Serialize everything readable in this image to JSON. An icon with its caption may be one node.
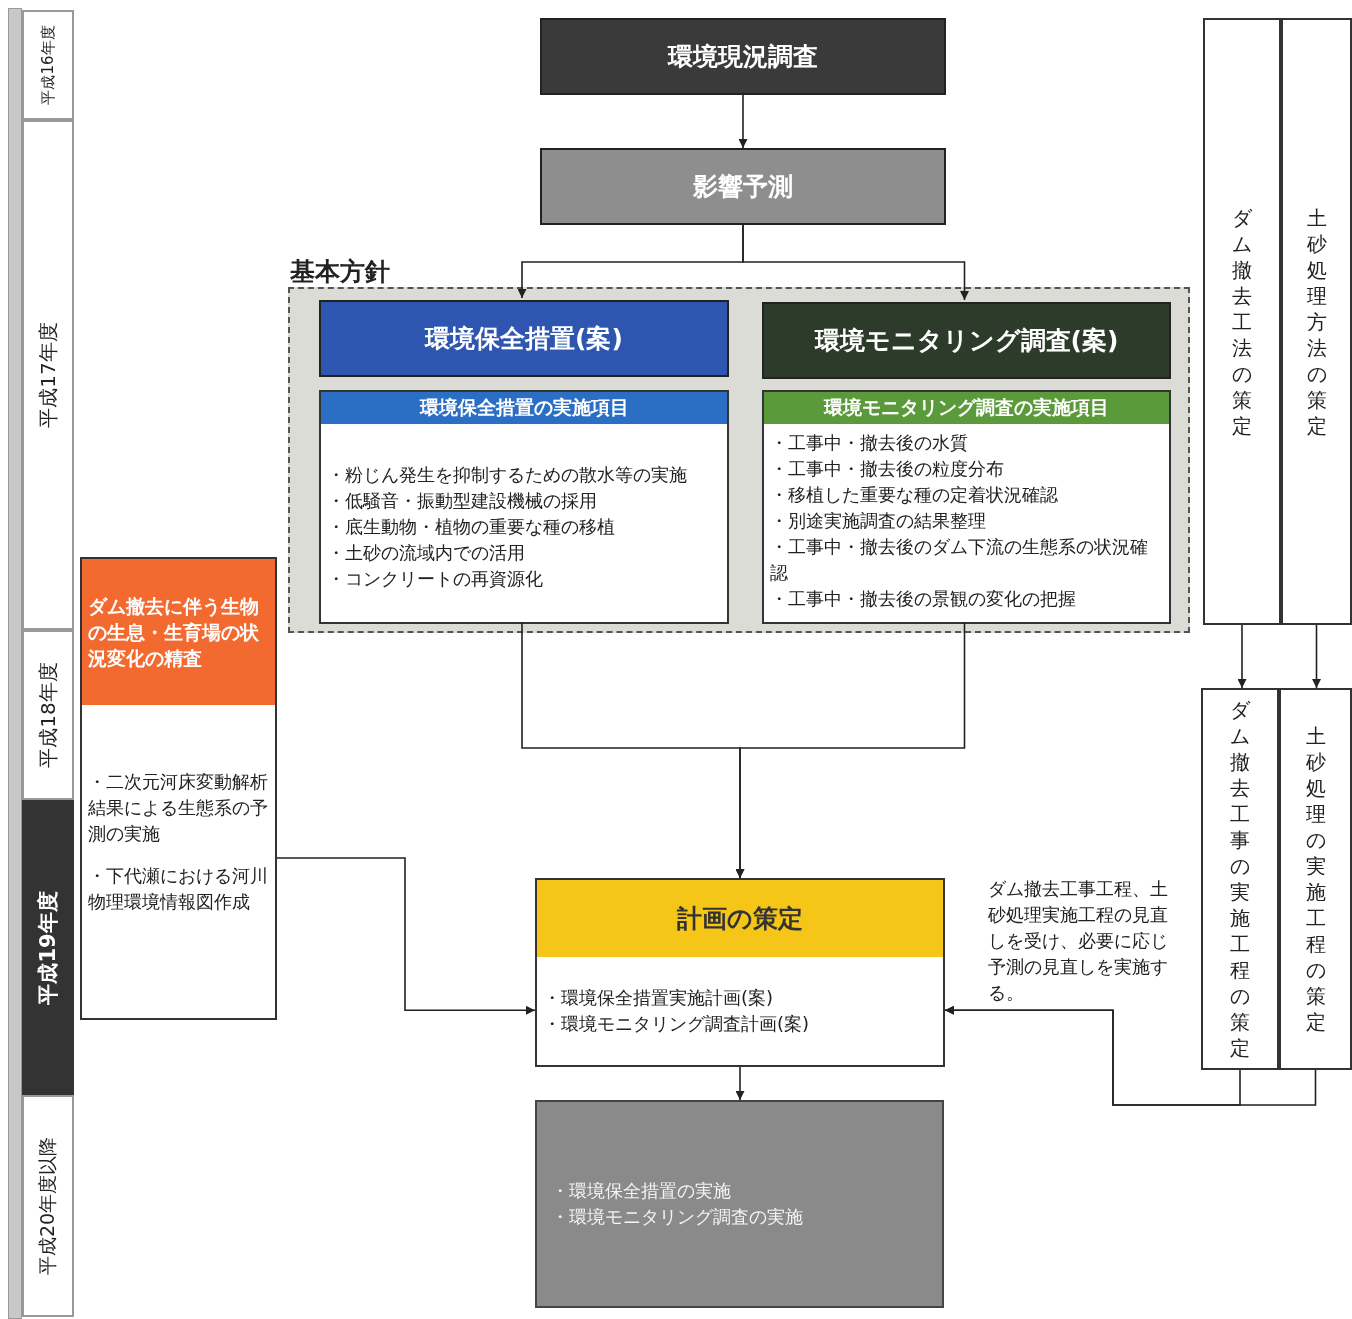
{
  "diagram": {
    "nodes": [
      {
        "text": [
          "平成16年度"
        ]
      },
      {
        "text": [
          "平成17年度"
        ]
      },
      {
        "text": [
          "平成18年度"
        ]
      },
      {
        "text": [
          "平成19年度"
        ]
      },
      {
        "text": [
          "平成20年度以降"
        ]
      },
      {
        "text": [
          "環境現況調査"
        ]
      },
      {
        "text": [
          "影響予測"
        ]
      },
      {
        "text": [
          "基本方針"
        ]
      },
      {
        "text": [
          "環境保全措置(案)"
        ],
        "in": 7
      },
      {
        "text": [
          "環境保全措置の実施項目",
          "・粉じん発生を抑制するための散水等の実施",
          "・低騒音・振動型建設機械の採用",
          "・底生動物・植物の重要な種の移植",
          "・土砂の流域内での活用",
          "・コンクリートの再資源化"
        ],
        "in": 7
      },
      {
        "text": [
          "環境モニタリング調査(案)"
        ],
        "in": 7
      },
      {
        "text": [
          "環境モニタリング調査の実施項目",
          "・工事中・撤去後の水質",
          "・工事中・撤去後の粒度分布",
          "・移植した重要な種の定着状況確認",
          "・別途実施調査の結果整理",
          "・工事中・撤去後のダム下流の生態系の状況確認",
          "・工事中・撤去後の景観の変化の把握"
        ],
        "in": 7
      },
      {
        "text": [
          "ダム撤去に伴う生物の生息・生育場の状況変化の精査",
          "・二次元河床変動解析結果による生態系の予測の実施",
          "・下代瀬における河川物理環境情報図作成"
        ]
      },
      {
        "text": [
          "計画の策定",
          "・環境保全措置実施計画(案)",
          "・環境モニタリング調査計画(案)"
        ]
      },
      {
        "text": [
          "・環境保全措置の実施",
          "・環境モニタリング調査の実施"
        ]
      },
      {
        "text": [
          "ダム撤去工法の策定"
        ]
      },
      {
        "text": [
          "土砂処理方法の策定"
        ]
      },
      {
        "text": [
          "ダム撤去工事の実施工程の策定"
        ]
      },
      {
        "text": [
          "土砂処理の実施工程の策定"
        ]
      }
    ],
    "edges": [
      {
        "from": 5,
        "to": 6,
        "arrow": "to"
      },
      {
        "from": 6,
        "to": 8,
        "arrow": "to"
      },
      {
        "from": 6,
        "to": 10,
        "arrow": "to"
      },
      {
        "from": 9,
        "to": 13,
        "arrow": "to"
      },
      {
        "from": 11,
        "to": 13,
        "arrow": "to"
      },
      {
        "from": 12,
        "to": 13,
        "arrow": "to"
      },
      {
        "from": 15,
        "to": 17,
        "arrow": "to"
      },
      {
        "from": 16,
        "to": 18,
        "arrow": "to"
      },
      {
        "from": 17,
        "to": 13,
        "arrow": "to"
      },
      {
        "from": 18,
        "to": 13,
        "arrow": "to"
      },
      {
        "from": 13,
        "to": 14,
        "arrow": "to"
      }
    ],
    "labels": [
      "ダム撤去工事工程、土砂処理実施工程の見直しを受け、必要に応じ予測の見直しを実施する。"
    ]
  }
}
